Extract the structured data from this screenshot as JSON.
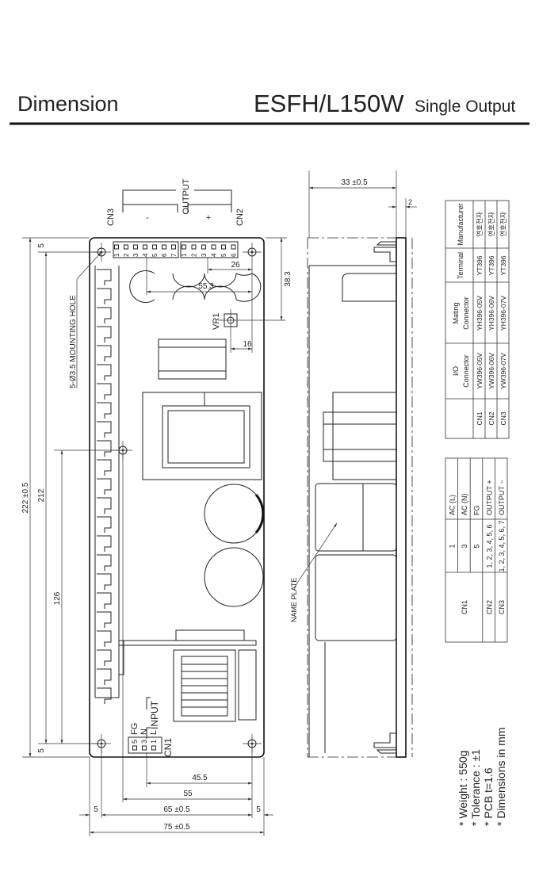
{
  "header": {
    "section_title": "Dimension",
    "model": "ESFH/L150W",
    "subtitle": "Single Output"
  },
  "front_view": {
    "output_label": "OUTPUT",
    "minus": "-",
    "plus": "+",
    "cn3": "CN3",
    "cn2": "CN2",
    "cn1": "CN1",
    "vr1": "VR1",
    "mounting_hole": "5-Ø3.5 MOUNTING HOLE",
    "input_label": "INPUT",
    "cn3_pins": [
      "1",
      "2",
      "3",
      "4",
      "5",
      "6",
      "7"
    ],
    "cn2_pins": [
      "1",
      "2",
      "3",
      "4",
      "5",
      "6"
    ],
    "cn1_pins": [
      "5",
      "3",
      "1"
    ],
    "cn1_funcs": [
      "FG",
      "N",
      "L"
    ],
    "dims": {
      "d26": "26",
      "d55_3": "55.3",
      "d38_3": "38.3",
      "d16": "16",
      "d222": "222 ±0.5",
      "d212": "212",
      "d126": "126",
      "d5_top": "5",
      "d5_bottom": "5",
      "d45_5": "45.5",
      "d55": "55",
      "d5_left": "5",
      "d65": "65 ±0.5",
      "d5_right": "5",
      "d75": "75 ±0.5"
    }
  },
  "side_view": {
    "d33": "33 ±0.5",
    "d2": "2",
    "name_plate": "NAME PLATE"
  },
  "connector_table": {
    "headers": [
      "",
      "I/O\nConnector",
      "Mating\nConnector",
      "Terminal",
      "Manufacturer"
    ],
    "rows": [
      [
        "CN1",
        "YW396-05V",
        "YH396-05V",
        "YT396",
        "연호전자"
      ],
      [
        "CN2",
        "YW396-06V",
        "YH396-06V",
        "YT396",
        "연호전자"
      ],
      [
        "CN3",
        "YW396-07V",
        "YH396-07V",
        "YT396",
        "연호전자"
      ]
    ]
  },
  "pin_table": {
    "rows": [
      {
        "connector": "CN1",
        "pin": "1",
        "function": "AC (L)"
      },
      {
        "connector": "",
        "pin": "3",
        "function": "AC (N)"
      },
      {
        "connector": "",
        "pin": "5",
        "function": "FG"
      },
      {
        "connector": "CN2",
        "pin": "1, 2, 3, 4, 5, 6",
        "function": "OUTPUT +"
      },
      {
        "connector": "CN3",
        "pin": "1, 2, 3, 4, 5, 6, 7",
        "function": "OUTPUT −"
      }
    ]
  },
  "notes": [
    "* Weight : 550g",
    "* Tolerance : ±1",
    "* PCB   t=1.6",
    "* Dimensions in mm"
  ]
}
